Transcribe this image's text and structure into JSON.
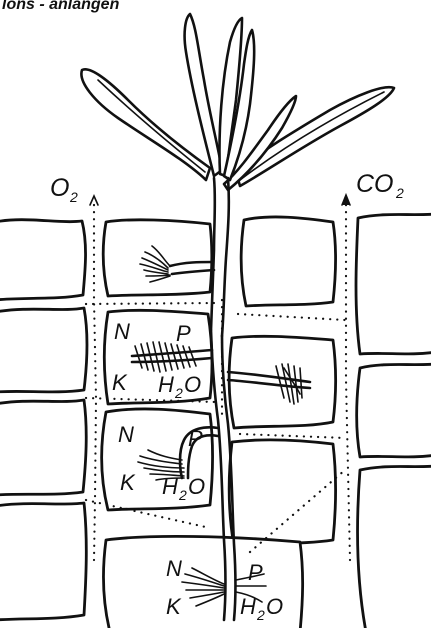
{
  "labels": {
    "top_caption": "lons - anlangen",
    "o2": "O",
    "o2_sub": "2",
    "co2": "CO",
    "co2_sub": "2"
  },
  "cells": [
    {
      "id": "upper",
      "n": "N",
      "p": "P",
      "k": "K",
      "h": "H",
      "h_sub": "2",
      "o": "O"
    },
    {
      "id": "middle",
      "n": "N",
      "p": "P",
      "k": "K",
      "h": "H",
      "h_sub": "2",
      "o": "O"
    },
    {
      "id": "lower",
      "n": "N",
      "p": "P",
      "k": "K",
      "h": "H",
      "h_sub": "2",
      "o": "O"
    }
  ],
  "colors": {
    "ink": "#111111",
    "paper": "#ffffff"
  }
}
